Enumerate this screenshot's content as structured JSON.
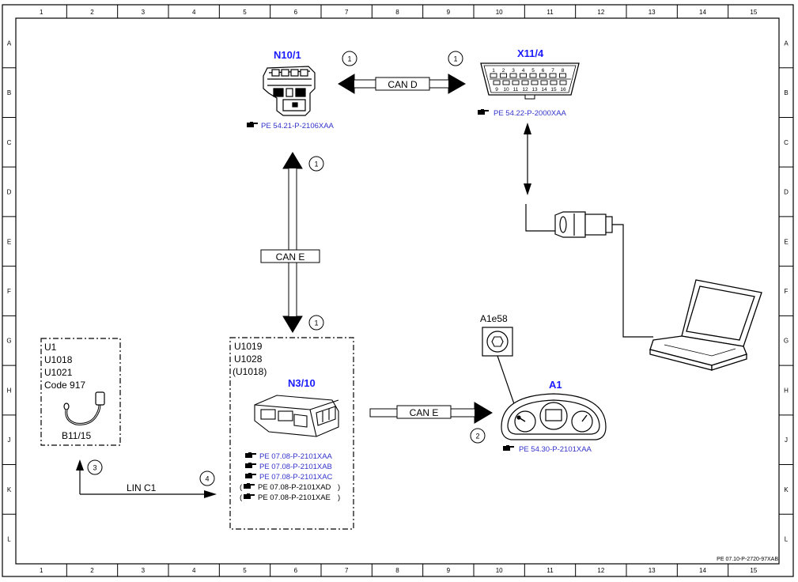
{
  "doc_ref": "PE 07.10-P-2720-97XAB",
  "grid": {
    "columns": [
      "1",
      "2",
      "3",
      "4",
      "5",
      "6",
      "7",
      "8",
      "9",
      "10",
      "11",
      "12",
      "13",
      "14",
      "15"
    ],
    "rows": [
      "A",
      "B",
      "C",
      "D",
      "E",
      "F",
      "G",
      "H",
      "J",
      "K",
      "L"
    ]
  },
  "components": {
    "n10_1": {
      "label": "N10/1",
      "ref": "PE 54.21-P-2106XAA"
    },
    "x11_4": {
      "label": "X11/4",
      "ref": "PE 54.22-P-2000XAA",
      "pins_top": [
        "1",
        "2",
        "3",
        "4",
        "5",
        "6",
        "7",
        "8"
      ],
      "pins_bottom": [
        "9",
        "10",
        "11",
        "12",
        "13",
        "14",
        "15",
        "16"
      ]
    },
    "n3_10": {
      "label": "N3/10",
      "codes": [
        "U1019",
        "U1028",
        "(U1018)"
      ],
      "refs": [
        "PE 07.08-P-2101XAA",
        "PE 07.08-P-2101XAB",
        "PE 07.08-P-2101XAC",
        "PE 07.08-P-2101XAD",
        "PE 07.08-P-2101XAE"
      ]
    },
    "a1": {
      "label": "A1",
      "ref": "PE 54.30-P-2101XAA"
    },
    "a1e58": {
      "label": "A1e58"
    },
    "b11_15": {
      "label": "B11/15",
      "codes": [
        "U1",
        "U1018",
        "U1021",
        "Code 917"
      ]
    }
  },
  "buses": {
    "can_d": "CAN D",
    "can_e_vertical": "CAN E",
    "can_e_horizontal": "CAN E",
    "lin": "LIN C1"
  },
  "markers": {
    "m1": "1",
    "m2": "2",
    "m3": "3",
    "m4": "4"
  }
}
